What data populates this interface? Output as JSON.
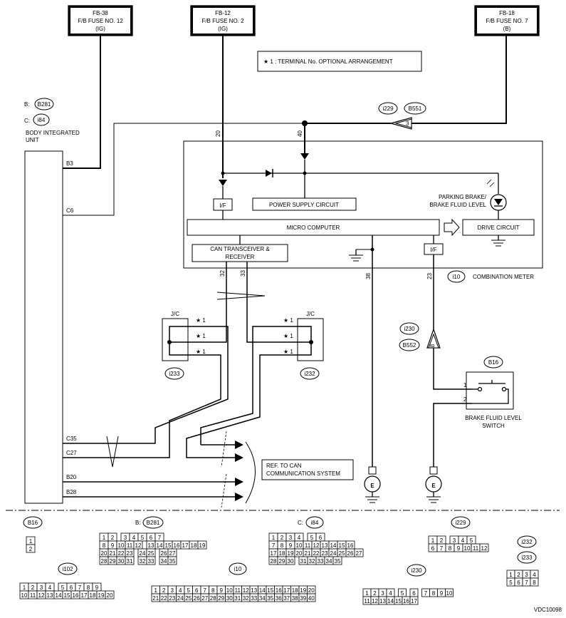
{
  "fuses": [
    {
      "id": "FB-38",
      "name": "F/B FUSE NO. 12",
      "src": "(IG)"
    },
    {
      "id": "FB-12",
      "name": "F/B FUSE NO. 2",
      "src": "(IG)"
    },
    {
      "id": "FB-18",
      "name": "F/B FUSE NO. 7",
      "src": "(B)"
    }
  ],
  "note": "★ 1  : TERMINAL No. OPTIONAL ARRANGEMENT",
  "biu": {
    "b_label": "B:",
    "b_conn": "B281",
    "c_label": "C:",
    "c_conn": "i84",
    "title1": "BODY INTEGRATED",
    "title2": "UNIT",
    "pins": [
      "B3",
      "C6",
      "C35",
      "C27",
      "B20",
      "B28"
    ]
  },
  "wires": {
    "w20": "20",
    "w40": "40",
    "w32": "32",
    "w33": "33",
    "w38": "38",
    "w23": "23"
  },
  "meter": {
    "if1": "I/F",
    "if2": "I/F",
    "psc": "POWER SUPPLY CIRCUIT",
    "mc": "MICRO COMPUTER",
    "can1": "CAN TRANSCEIVER &",
    "can2": "RECEIVER",
    "drive": "DRIVE CIRCUIT",
    "pb1": "PARKING BRAKE/",
    "pb2": "BRAKE FLUID LEVEL",
    "conn": "i10",
    "name": "COMBINATION METER"
  },
  "connectors": {
    "i229": "i229",
    "b551": "B551",
    "pin3": "3",
    "i230": "i230",
    "b552": "B552",
    "pin8": "8"
  },
  "jc": {
    "label": "J/C",
    "left": "i233",
    "right": "i232",
    "star": "★ 1"
  },
  "switch": {
    "conn": "B16",
    "pin1": "1",
    "pin2": "2",
    "name1": "BRAKE FLUID LEVEL",
    "name2": "SWITCH"
  },
  "ref": {
    "l1": "REF. TO CAN",
    "l2": "COMMUNICATION SYSTEM"
  },
  "ground": "E",
  "views": {
    "b16": "B16",
    "b281_label": "B:",
    "b281": "B281",
    "i84_label": "C:",
    "i84": "i84",
    "i229": "i229",
    "i232": "i232",
    "i233": "i233",
    "i102": "i102",
    "i10": "i10",
    "i230": "i230",
    "b16_pins": [
      "1",
      "2"
    ],
    "b281_rows": [
      [
        "1",
        "2",
        "",
        "3",
        "4",
        "5",
        "6",
        "7"
      ],
      [
        "8",
        "9",
        "10",
        "11",
        "12",
        "",
        "13",
        "14",
        "15",
        "16",
        "17",
        "18",
        "19"
      ],
      [
        "20",
        "21",
        "22",
        "23",
        "",
        "24",
        "25",
        "",
        "26",
        "27"
      ],
      [
        "28",
        "29",
        "30",
        "31",
        "",
        "32",
        "33",
        "",
        "34",
        "35"
      ]
    ],
    "i84_rows": [
      [
        "1",
        "2",
        "3",
        "4",
        "",
        "5",
        "6"
      ],
      [
        "7",
        "8",
        "9",
        "10",
        "11",
        "12",
        "13",
        "14",
        "15",
        "16"
      ],
      [
        "17",
        "18",
        "19",
        "20",
        "21",
        "22",
        "23",
        "24",
        "25",
        "26",
        "27"
      ],
      [
        "28",
        "29",
        "30",
        "",
        "31",
        "32",
        "33",
        "34",
        "35"
      ]
    ],
    "i229_rows": [
      [
        "1",
        "2",
        "",
        "3",
        "4",
        "5"
      ],
      [
        "6",
        "7",
        "8",
        "9",
        "10",
        "11",
        "12"
      ]
    ],
    "i232_rows": [
      [
        "1",
        "2",
        "3",
        "4"
      ],
      [
        "5",
        "6",
        "7",
        "8"
      ]
    ],
    "i102_rows": [
      [
        "1",
        "2",
        "3",
        "4",
        "",
        "5",
        "6",
        "7",
        "8",
        "9"
      ],
      [
        "10",
        "11",
        "12",
        "13",
        "14",
        "15",
        "16",
        "17",
        "18",
        "19",
        "20"
      ]
    ],
    "i10_rows": [
      [
        "1",
        "2",
        "3",
        "4",
        "5",
        "6",
        "7",
        "8",
        "9",
        "10",
        "11",
        "12",
        "13",
        "14",
        "15",
        "16",
        "17",
        "18",
        "19",
        "20"
      ],
      [
        "21",
        "22",
        "23",
        "24",
        "25",
        "26",
        "27",
        "28",
        "29",
        "30",
        "31",
        "32",
        "33",
        "34",
        "35",
        "36",
        "37",
        "38",
        "39",
        "40"
      ]
    ],
    "i230_rows": [
      [
        "1",
        "2",
        "3",
        "4",
        "",
        "5",
        "",
        "6",
        "",
        "7",
        "8",
        "9",
        "10"
      ],
      [
        "11",
        "12",
        "13",
        "14",
        "15",
        "16",
        "17"
      ]
    ]
  },
  "code": "VDC10098"
}
